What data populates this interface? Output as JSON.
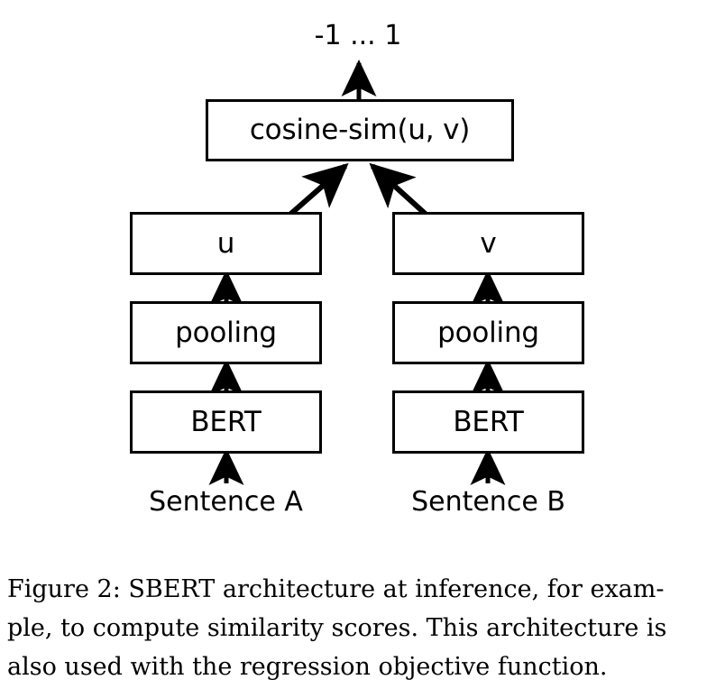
{
  "figure": {
    "output_label": "-1 ... 1",
    "nodes": {
      "cosine": "cosine-sim(u, v)",
      "u": "u",
      "v": "v",
      "pooling_left": "pooling",
      "pooling_right": "pooling",
      "bert_left": "BERT",
      "bert_right": "BERT"
    },
    "inputs": {
      "left": "Sentence A",
      "right": "Sentence B"
    },
    "caption": {
      "line1": "Figure 2:  SBERT architecture at inference, for exam-",
      "line2": "ple, to compute similarity scores.  This architecture is",
      "line3": "also used with the regression objective function."
    },
    "colors": {
      "stroke": "#000000",
      "fill": "#ffffff",
      "text": "#000000"
    }
  }
}
